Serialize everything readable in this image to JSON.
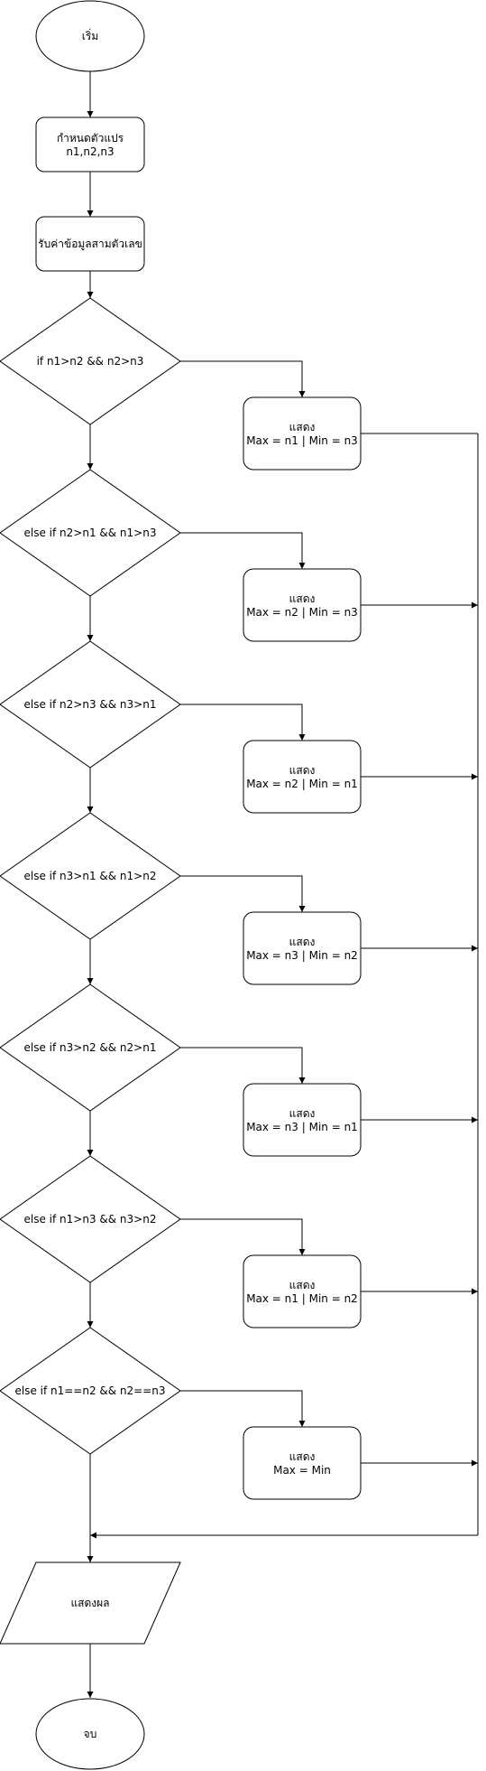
{
  "flowchart": {
    "start": "เริ่ม",
    "declare": [
      "กำหนดตัวแปร",
      "n1,n2,n3"
    ],
    "input": "รับค่าข้อมูลสามตัวเลข",
    "branches": [
      {
        "condition": "if n1>n2 && n2>n3",
        "output": [
          "แสดง",
          "Max =  n1 | Min = n3"
        ]
      },
      {
        "condition": "else if n2>n1 && n1>n3",
        "output": [
          "แสดง",
          "Max = n2 | Min = n3"
        ]
      },
      {
        "condition": "else if n2>n3 && n3>n1",
        "output": [
          "แสดง",
          "Max = n2 | Min = n1"
        ]
      },
      {
        "condition": "else if n3>n1 && n1>n2",
        "output": [
          "แสดง",
          "Max = n3 | Min = n2"
        ]
      },
      {
        "condition": "else if n3>n2 && n2>n1",
        "output": [
          "แสดง",
          "Max = n3 | Min = n1"
        ]
      },
      {
        "condition": "else if n1>n3 && n3>n2",
        "output": [
          "แสดง",
          "Max = n1 | Min = n2"
        ]
      },
      {
        "condition": "else if n1==n2 && n2==n3",
        "output": [
          "แสดง",
          "Max = Min"
        ]
      }
    ],
    "display": "แสดงผล",
    "end": "จบ"
  }
}
